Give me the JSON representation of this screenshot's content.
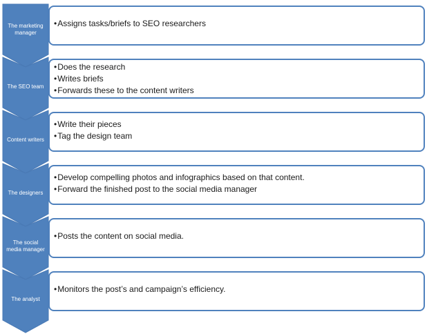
{
  "colors": {
    "chevron_fill": "#4f81bd",
    "chevron_stroke": "#4a7ab5",
    "box_border": "#4f81bd"
  },
  "stages": [
    {
      "label": "The marketing\nmanager",
      "items": [
        "Assigns tasks/briefs to SEO researchers"
      ]
    },
    {
      "label": "The SEO team",
      "items": [
        "Does the research",
        "Writes briefs",
        "Forwards these to the content writers"
      ]
    },
    {
      "label": "Content writers",
      "items": [
        "Write their pieces",
        "Tag the design team"
      ]
    },
    {
      "label": "The designers",
      "items": [
        "Develop compelling photos and infographics based on that content.",
        "Forward the  finished post to the social media manager"
      ]
    },
    {
      "label": "The social\nmedia manager",
      "items": [
        "Posts the content on social media."
      ]
    },
    {
      "label": "The analyst",
      "items": [
        "Monitors the post’s and campaign’s efficiency."
      ]
    }
  ]
}
